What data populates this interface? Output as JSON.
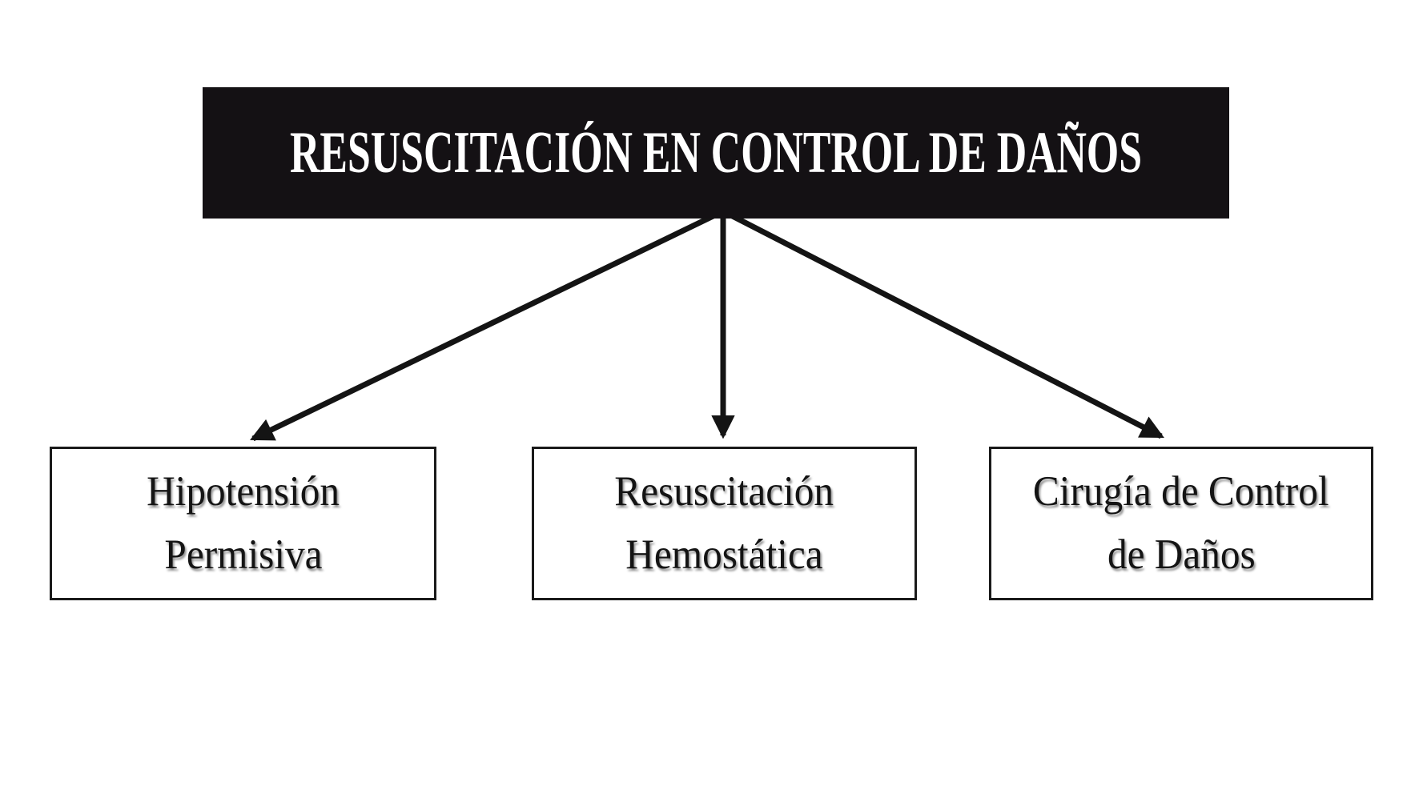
{
  "diagram": {
    "title": "RESUSCITACIÓN EN CONTROL DE DAÑOS",
    "nodes": [
      {
        "id": "hipotension-permisiva",
        "line1": "Hipotensión",
        "line2": "Permisiva"
      },
      {
        "id": "resuscitacion-hemostatica",
        "line1": "Resuscitación",
        "line2": "Hemostática"
      },
      {
        "id": "cirugia-control-danos",
        "line1": "Cirugía de Control",
        "line2": "de Daños"
      }
    ],
    "edges": [
      {
        "from": "resuscitacion-en-control-de-danos",
        "to": "hipotension-permisiva"
      },
      {
        "from": "resuscitacion-en-control-de-danos",
        "to": "resuscitacion-hemostatica"
      },
      {
        "from": "resuscitacion-en-control-de-danos",
        "to": "cirugia-control-danos"
      }
    ],
    "colors": {
      "background": "#ffffff",
      "header_bg": "#141114",
      "header_text": "#ffffff",
      "node_bg": "#ffffff",
      "node_border": "#1a1a1a",
      "node_text": "#141414",
      "arrow": "#141414"
    }
  }
}
